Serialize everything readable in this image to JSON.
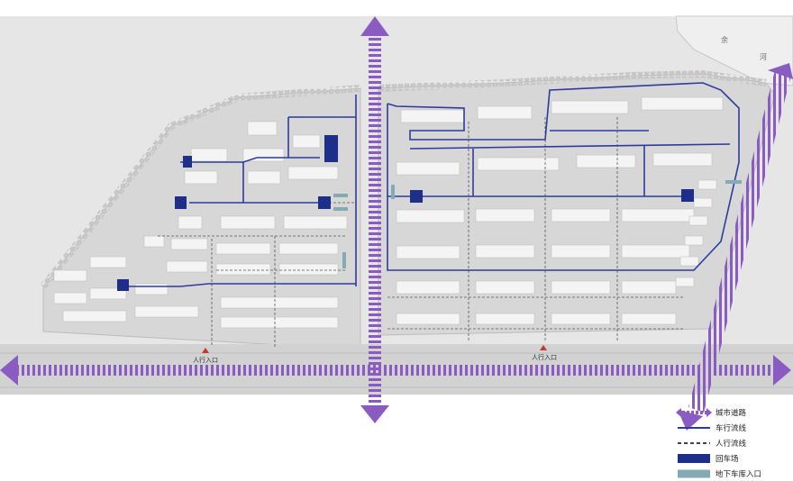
{
  "labels": {
    "pedestrian_entrance_1": "人行入口",
    "pedestrian_entrance_2": "人行入口",
    "river_char_1": "余",
    "river_char_2": "河"
  },
  "legend": {
    "items": [
      {
        "id": "city-road",
        "label": "城市道路"
      },
      {
        "id": "vehicle-flow",
        "label": "车行流线"
      },
      {
        "id": "pedestrian-flow",
        "label": "人行流线"
      },
      {
        "id": "turnaround-parking",
        "label": "回车场"
      },
      {
        "id": "underground-garage",
        "label": "地下车库入口"
      }
    ]
  },
  "colors": {
    "city_road": "#8a5cc2",
    "vehicle_flow": "#2d3b9e",
    "parking": "#1e2f8a",
    "garage": "#84aab3",
    "site_fill": "#dcdcdc",
    "building": "#f4f4f4"
  }
}
